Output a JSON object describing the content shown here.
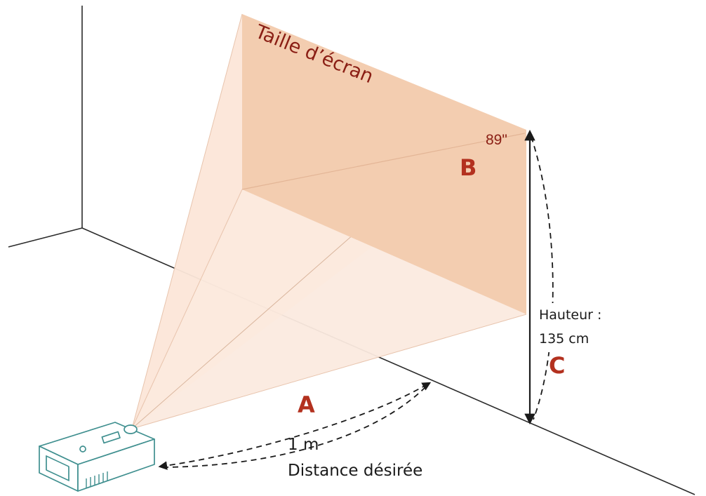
{
  "screen_label": "Taille d’écran",
  "diagonal_size": "89\"",
  "labels": {
    "a": "A",
    "b": "B",
    "c": "C"
  },
  "height": {
    "label": "Hauteur :",
    "value": "135 cm"
  },
  "distance": {
    "value": "1 m",
    "label": "Distance désirée"
  },
  "colors": {
    "screen_fill": "#f3cdb0",
    "beam_fill": "#fbe6d9",
    "text_dark": "#1a1a1a",
    "title_red": "#8a1e14",
    "letter_red": "#b3311f",
    "projector": "#3f8f8f"
  }
}
